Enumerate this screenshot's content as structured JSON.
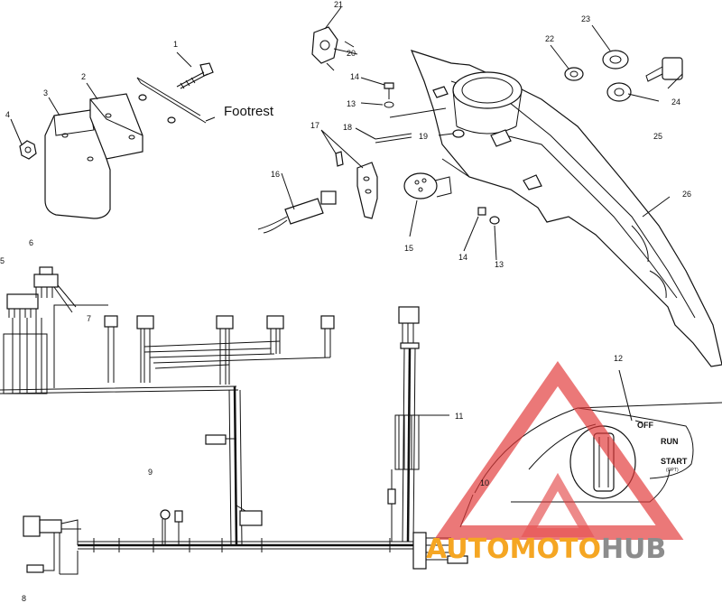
{
  "footrest_label": "Footrest",
  "callouts": {
    "c1": "1",
    "c2": "2",
    "c3": "3",
    "c4": "4",
    "c5": "5",
    "c6": "6",
    "c7": "7",
    "c8": "8",
    "c9": "9",
    "c10": "10",
    "c11": "11",
    "c12": "12",
    "c13a": "13",
    "c13b": "13",
    "c14a": "14",
    "c14b": "14",
    "c15": "15",
    "c16": "16",
    "c17": "17",
    "c18": "18",
    "c19": "19",
    "c20": "20",
    "c21": "21",
    "c22": "22",
    "c23": "23",
    "c24": "24",
    "c25": "25",
    "c26": "26"
  },
  "ignition_switch": {
    "off": "OFF",
    "run": "RUN",
    "start": "START",
    "start_note": "(OPT)"
  },
  "watermark": {
    "part1": "AUTO",
    "part2": "MOTO",
    "part3": "HUB",
    "color_red": "#e23a3a",
    "color_orange": "#f5a623",
    "color_gray": "#8c8c8c"
  }
}
